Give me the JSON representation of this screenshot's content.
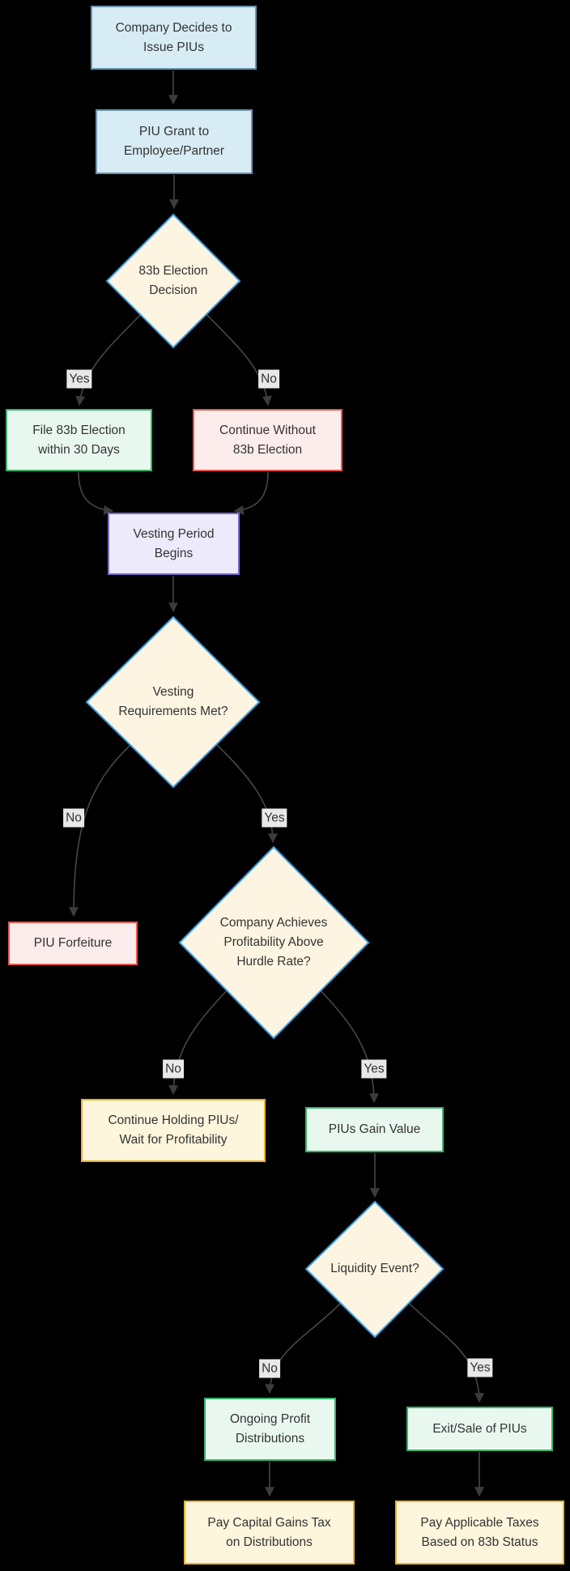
{
  "diagram": {
    "type": "flowchart",
    "direction": "top-down",
    "background_color": "#000000",
    "text_color": "#333333",
    "edge_color": "#474747",
    "edge_label_background": "#e8e8e8",
    "node_styles": {
      "blue": {
        "fill": "#d8ecf6",
        "border": "#6b96ac"
      },
      "cream": {
        "fill": "#fdf5e2",
        "border": "#3fa2e2"
      },
      "green": {
        "fill": "#e9f8ef",
        "border": "#36b36b"
      },
      "red": {
        "fill": "#fdecec",
        "border": "#e8584d"
      },
      "purple": {
        "fill": "#eceafb",
        "border": "#7b68cd"
      },
      "yellow": {
        "fill": "#fdf5dc",
        "border": "#e8b32c"
      }
    },
    "nodes": {
      "company_decides": {
        "label": "Company Decides to\nIssue PIUs",
        "shape": "rect",
        "style": "blue"
      },
      "piu_grant": {
        "label": "PIU Grant to\nEmployee/Partner",
        "shape": "rect",
        "style": "blue"
      },
      "election_decision": {
        "label": "83b Election\nDecision",
        "shape": "diamond",
        "style": "cream"
      },
      "file_83b": {
        "label": "File 83b Election\nwithin 30 Days",
        "shape": "rect",
        "style": "green"
      },
      "continue_without_83b": {
        "label": "Continue Without\n83b Election",
        "shape": "rect",
        "style": "red"
      },
      "vesting_begins": {
        "label": "Vesting Period\nBegins",
        "shape": "rect",
        "style": "purple"
      },
      "vesting_met": {
        "label": "Vesting\nRequirements Met?",
        "shape": "diamond",
        "style": "cream"
      },
      "piu_forfeiture": {
        "label": "PIU Forfeiture",
        "shape": "rect",
        "style": "red"
      },
      "profitability_hurdle": {
        "label": "Company Achieves\nProfitability Above\nHurdle Rate?",
        "shape": "diamond",
        "style": "cream"
      },
      "continue_holding": {
        "label": "Continue Holding PIUs/\nWait for Profitability",
        "shape": "rect",
        "style": "yellow"
      },
      "pius_gain_value": {
        "label": "PIUs Gain Value",
        "shape": "rect",
        "style": "green"
      },
      "liquidity_event": {
        "label": "Liquidity Event?",
        "shape": "diamond",
        "style": "cream"
      },
      "ongoing_distributions": {
        "label": "Ongoing Profit\nDistributions",
        "shape": "rect",
        "style": "green"
      },
      "exit_sale": {
        "label": "Exit/Sale of PIUs",
        "shape": "rect",
        "style": "green"
      },
      "pay_capital_gains": {
        "label": "Pay Capital Gains Tax\non Distributions",
        "shape": "rect",
        "style": "yellow"
      },
      "pay_applicable_taxes": {
        "label": "Pay Applicable Taxes\nBased on 83b Status",
        "shape": "rect",
        "style": "yellow"
      }
    },
    "edges": [
      {
        "from": "company_decides",
        "to": "piu_grant",
        "label": ""
      },
      {
        "from": "piu_grant",
        "to": "election_decision",
        "label": ""
      },
      {
        "from": "election_decision",
        "to": "file_83b",
        "label": "Yes"
      },
      {
        "from": "election_decision",
        "to": "continue_without_83b",
        "label": "No"
      },
      {
        "from": "file_83b",
        "to": "vesting_begins",
        "label": ""
      },
      {
        "from": "continue_without_83b",
        "to": "vesting_begins",
        "label": ""
      },
      {
        "from": "vesting_begins",
        "to": "vesting_met",
        "label": ""
      },
      {
        "from": "vesting_met",
        "to": "piu_forfeiture",
        "label": "No"
      },
      {
        "from": "vesting_met",
        "to": "profitability_hurdle",
        "label": "Yes"
      },
      {
        "from": "profitability_hurdle",
        "to": "continue_holding",
        "label": "No"
      },
      {
        "from": "profitability_hurdle",
        "to": "pius_gain_value",
        "label": "Yes"
      },
      {
        "from": "pius_gain_value",
        "to": "liquidity_event",
        "label": ""
      },
      {
        "from": "liquidity_event",
        "to": "ongoing_distributions",
        "label": "No"
      },
      {
        "from": "liquidity_event",
        "to": "exit_sale",
        "label": "Yes"
      },
      {
        "from": "ongoing_distributions",
        "to": "pay_capital_gains",
        "label": ""
      },
      {
        "from": "exit_sale",
        "to": "pay_applicable_taxes",
        "label": ""
      }
    ]
  }
}
